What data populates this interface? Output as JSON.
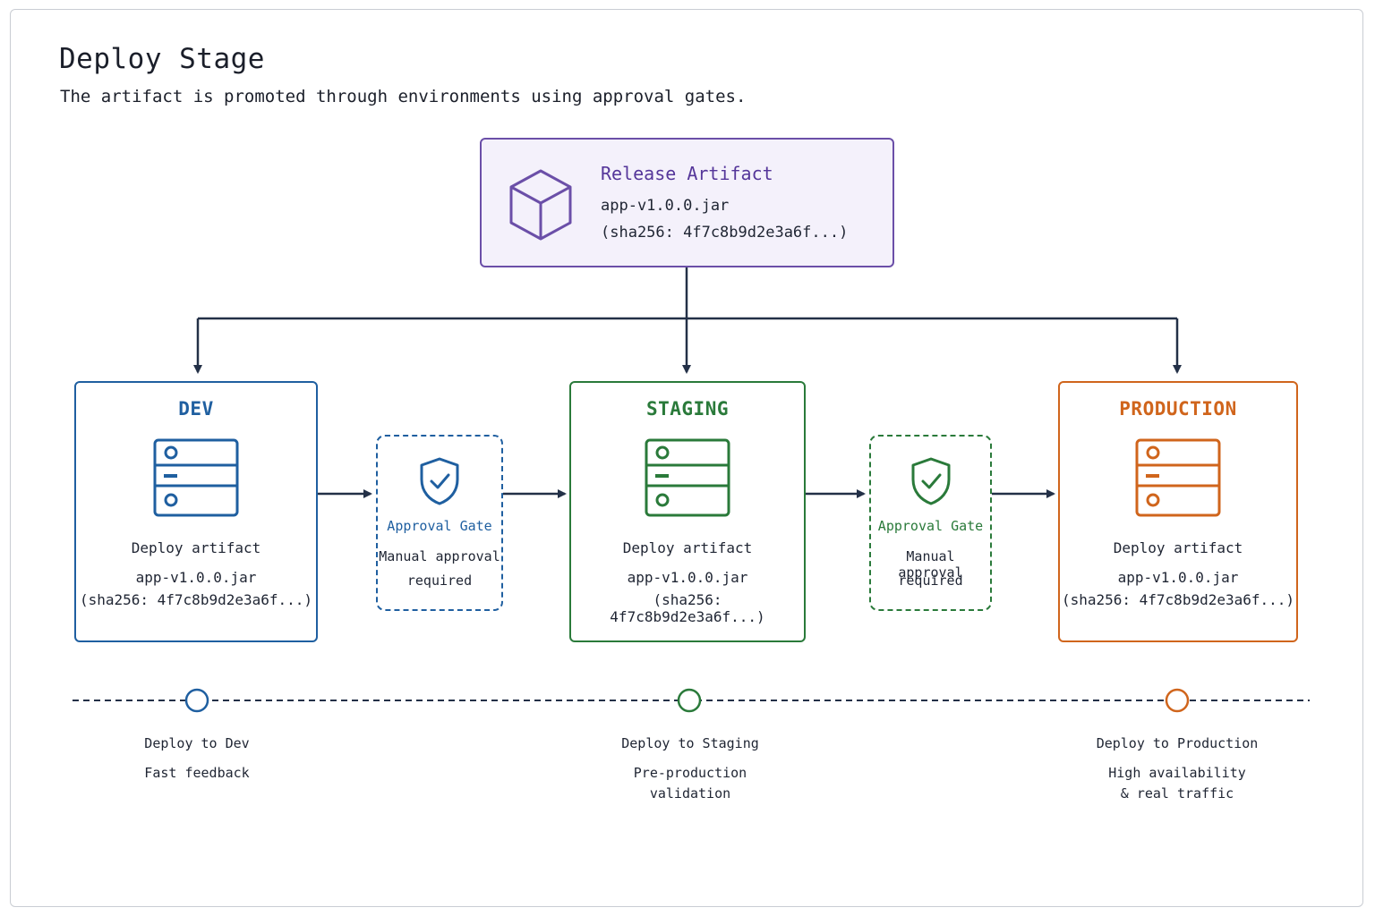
{
  "header": {
    "title": "Deploy Stage",
    "subtitle": "The artifact is promoted through environments using approval gates."
  },
  "artifact": {
    "title": "Release Artifact",
    "file": "app-v1.0.0.jar",
    "hash": "(sha256: 4f7c8b9d2e3a6f...)",
    "icon": "cube-icon"
  },
  "environments": [
    {
      "name": "DEV",
      "desc": "Deploy artifact",
      "file": "app-v1.0.0.jar",
      "hash": "(sha256: 4f7c8b9d2e3a6f...)",
      "color": "#1f5fa0",
      "icon": "server-icon"
    },
    {
      "name": "STAGING",
      "desc": "Deploy artifact",
      "file": "app-v1.0.0.jar",
      "hash": "(sha256: 4f7c8b9d2e3a6f...)",
      "color": "#2a7a3a",
      "icon": "server-icon"
    },
    {
      "name": "PRODUCTION",
      "desc": "Deploy artifact",
      "file": "app-v1.0.0.jar",
      "hash": "(sha256: 4f7c8b9d2e3a6f...)",
      "color": "#d0651c",
      "icon": "server-icon"
    }
  ],
  "gates": [
    {
      "title": "Approval Gate",
      "line1": "Manual approval",
      "line2": "required",
      "color": "#1f5fa0",
      "icon": "shield-check-icon"
    },
    {
      "title": "Approval Gate",
      "line1": "Manual approval",
      "line2": "required",
      "color": "#2a7a3a",
      "icon": "shield-check-icon"
    }
  ],
  "timeline": [
    {
      "title": "Deploy to Dev",
      "lines": [
        "Fast feedback"
      ],
      "color": "#1f5fa0"
    },
    {
      "title": "Deploy to Staging",
      "lines": [
        "Pre-production",
        "validation"
      ],
      "color": "#2a7a3a"
    },
    {
      "title": "Deploy to Production",
      "lines": [
        "High availability",
        "& real traffic"
      ],
      "color": "#d0651c"
    }
  ],
  "colors": {
    "connector": "#233047",
    "artifact_border": "#6b4fa8",
    "artifact_fill": "#f4f1fb"
  }
}
